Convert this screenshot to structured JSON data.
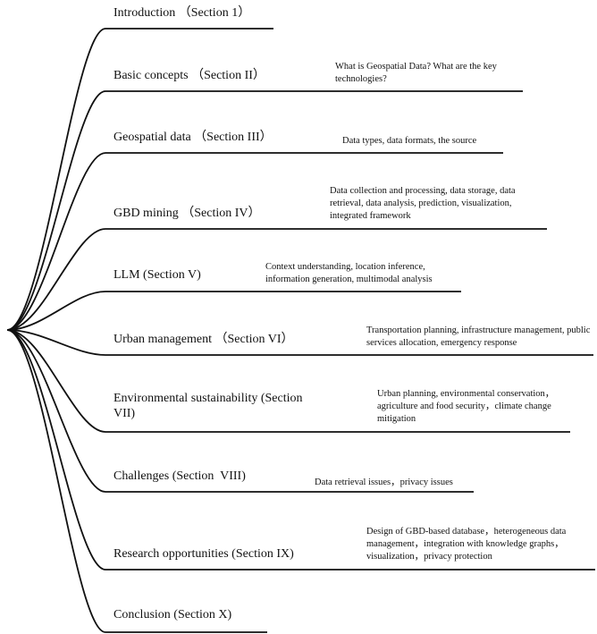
{
  "colors": {
    "line": "#111111",
    "text": "#111111",
    "background": "#ffffff"
  },
  "branches": [
    {
      "title": "Introduction （Section 1）",
      "detail": ""
    },
    {
      "title": "Basic concepts （Section II）",
      "detail": "What is Geospatial Data? What are the key technologies?"
    },
    {
      "title": "Geospatial data （Section III）",
      "detail": "Data types,  data formats, the source"
    },
    {
      "title": "GBD mining （Section IV）",
      "detail": "Data collection and processing,  data storage, data retrieval, data analysis, prediction, visualization, integrated framework"
    },
    {
      "title": "LLM (Section V)",
      "detail": "Context understanding, location inference, information generation, multimodal analysis"
    },
    {
      "title": "Urban management （Section VI）",
      "detail": "Transportation planning, infrastructure management, public services allocation, emergency response"
    },
    {
      "title": "Environmental sustainability (Section VII)",
      "detail": "Urban planning,  environmental conservation，agriculture and food security，climate change mitigation"
    },
    {
      "title": "Challenges (Section  VIII)",
      "detail": "Data retrieval issues，privacy issues"
    },
    {
      "title": "Research opportunities (Section IX)",
      "detail": "Design of GBD-based database，heterogeneous data management，integration with knowledge graphs，visualization，privacy protection"
    },
    {
      "title": "Conclusion (Section X)",
      "detail": ""
    }
  ]
}
